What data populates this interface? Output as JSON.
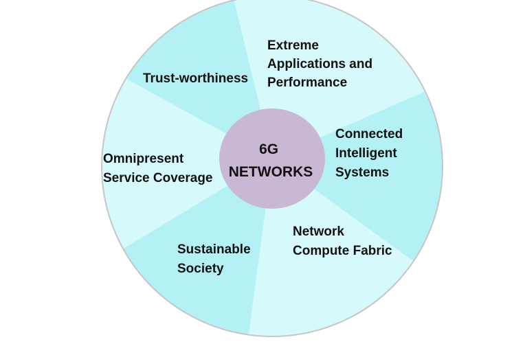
{
  "diagram": {
    "center": {
      "line1": "6G",
      "line2": "NETWORKS"
    },
    "segments": [
      {
        "id": "trust",
        "lines": [
          "Trust-worthiness"
        ]
      },
      {
        "id": "extreme",
        "lines": [
          "Extreme",
          "Applications and",
          "Performance"
        ]
      },
      {
        "id": "connected",
        "lines": [
          "Connected",
          "Intelligent",
          "Systems"
        ]
      },
      {
        "id": "network-compute",
        "lines": [
          "Network",
          "Compute Fabric"
        ]
      },
      {
        "id": "sustainable",
        "lines": [
          "Sustainable",
          "Society"
        ]
      },
      {
        "id": "omnipresent",
        "lines": [
          "Omnipresent",
          "Service Coverage"
        ]
      }
    ],
    "colors": {
      "light": "#d6f9fb",
      "dark": "#b3f1f4",
      "hub": "#c9b8d4",
      "outline": "#c6c6c6",
      "text": "#111111"
    }
  }
}
